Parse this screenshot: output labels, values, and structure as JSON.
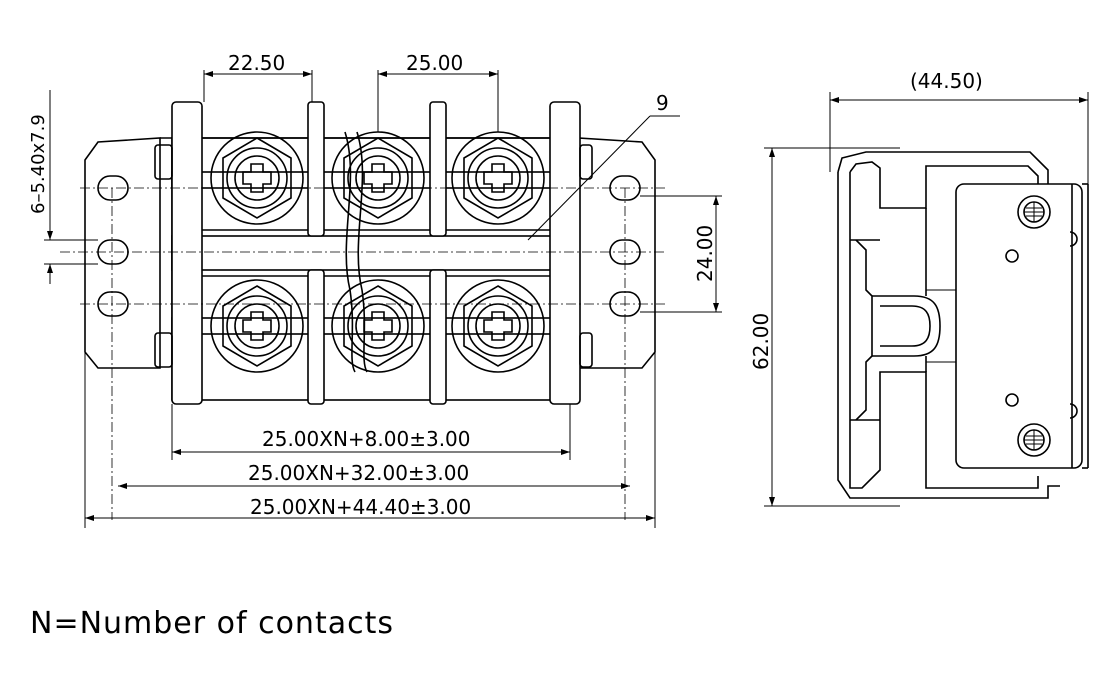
{
  "dimensions": {
    "pitch_first": "22.50",
    "pitch": "25.00",
    "item_number": "9",
    "mounting_slots": "6–5.40x7.9",
    "slot_spacing": "24.00",
    "length_inner": "25.00XN+8.00±3.00",
    "length_mid": "25.00XN+32.00±3.00",
    "length_overall": "25.00XN+44.40±3.00",
    "side_width": "(44.50)",
    "height": "62.00"
  },
  "note": "N=Number of contacts"
}
